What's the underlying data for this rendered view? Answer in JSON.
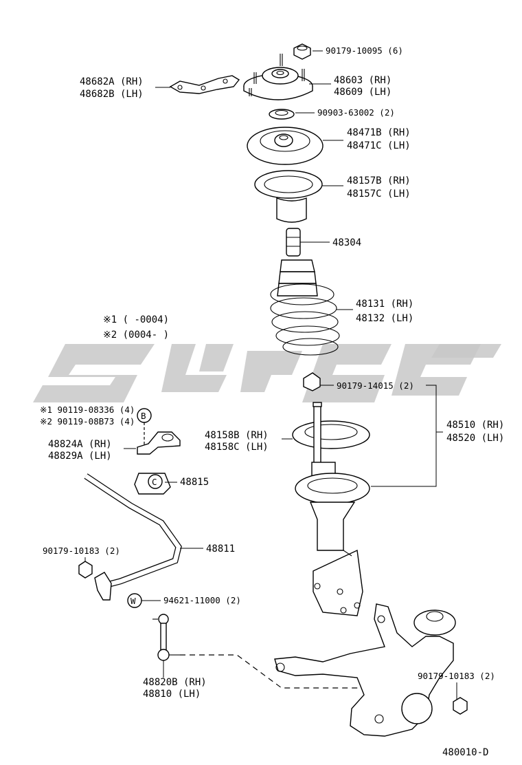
{
  "diagram_id": "480010-D",
  "legend": {
    "note1": "※1 (      -0004)",
    "note2": "※2 (0004-       )"
  },
  "callouts": {
    "b": "B",
    "w": "W",
    "c": "C"
  },
  "labels": {
    "nut_top": "90179-10095 (6)",
    "support_rh": "48603 (RH)",
    "support_lh": "48609 (LH)",
    "bracket_rh": "48682A (RH)",
    "bracket_lh": "48682B (LH)",
    "bearing": "90903-63002 (2)",
    "insulator_upper_rh": "48471B (RH)",
    "insulator_upper_lh": "48471C (LH)",
    "seat_upper_rh": "48157B (RH)",
    "seat_upper_lh": "48157C (LH)",
    "bumper": "48304",
    "spring_rh": "48131 (RH)",
    "spring_lh": "48132 (LH)",
    "nut_strut": "90179-14015 (2)",
    "absorber_rh": "48510 (RH)",
    "absorber_lh": "48520 (LH)",
    "insulator_lower_rh": "48158B (RH)",
    "insulator_lower_lh": "48158C (LH)",
    "bolt1": "※1 90119-08336 (4)",
    "bolt2": "※2 90119-08B73 (4)",
    "bracket_stab_rh": "48824A (RH)",
    "bracket_stab_lh": "48829A (LH)",
    "bushing": "48815",
    "stab_bar": "48811",
    "nut_left": "90179-10183 (2)",
    "washer": "94621-11000 (2)",
    "link_rh": "48820B (RH)",
    "link_lh": "48810  (LH)",
    "nut_right": "90179-10183 (2)"
  }
}
